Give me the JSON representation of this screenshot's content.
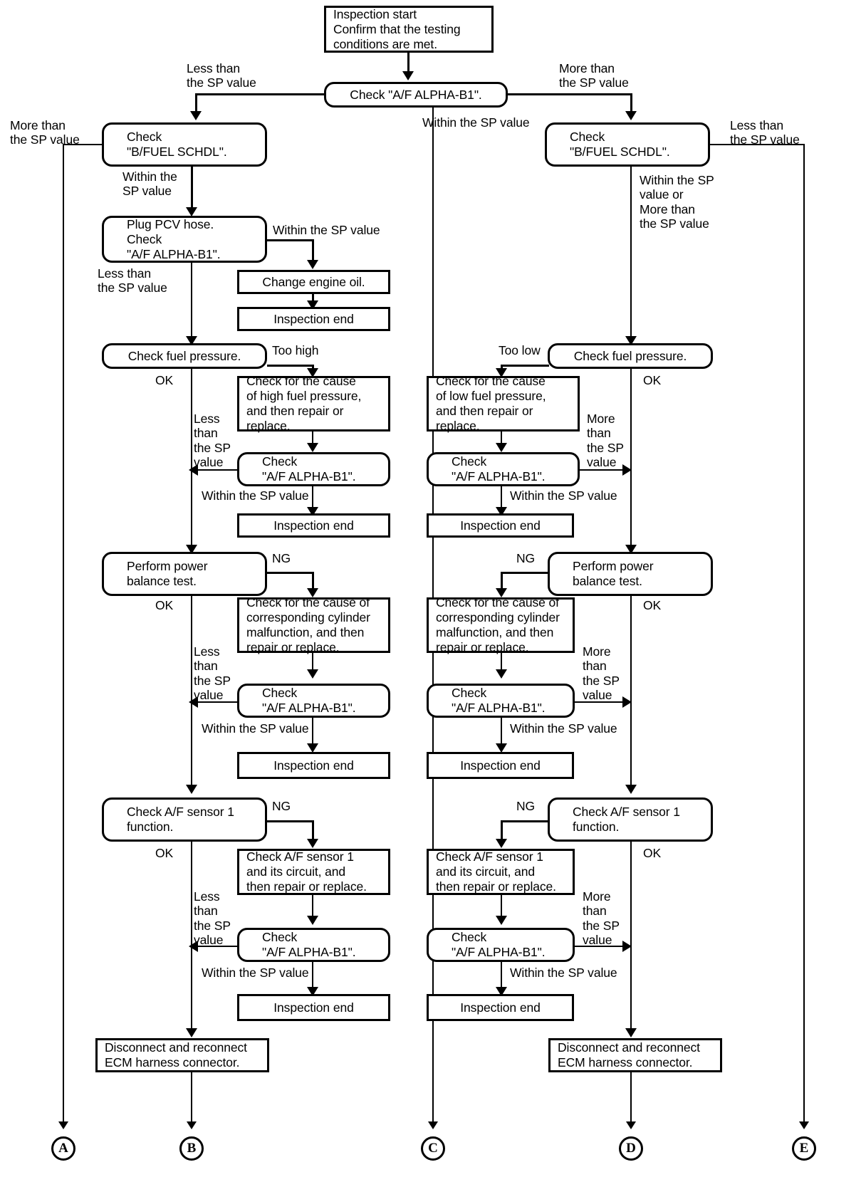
{
  "diagram": {
    "title": "A/F ALPHA-B1 diagnostic inspection flow",
    "nodes": {
      "start": "Inspection start\nConfirm that the testing\nconditions are met.",
      "check_alpha_top": "Check \"A/F ALPHA-B1\".",
      "left_bfuel": "Check\n\"B/FUEL SCHDL\".",
      "right_bfuel": "Check\n\"B/FUEL SCHDL\".",
      "plug_pcv": "Plug PCV hose.\nCheck\n\"A/F ALPHA-B1\".",
      "change_oil": "Change engine oil.",
      "insp_end_1": "Inspection end",
      "left_fuel_press": "Check fuel pressure.",
      "right_fuel_press": "Check fuel pressure.",
      "high_fuel_cause": "Check for the cause\nof high fuel pressure,\nand then repair or\nreplace.",
      "low_fuel_cause": "Check for the cause\nof low fuel pressure,\nand then repair or\nreplace.",
      "check_alpha_l2": "Check\n\"A/F ALPHA-B1\".",
      "check_alpha_r2": "Check\n\"A/F ALPHA-B1\".",
      "insp_end_2": "Inspection end",
      "insp_end_3": "Inspection end",
      "left_power_balance": "Perform power\nbalance test.",
      "right_power_balance": "Perform power\nbalance test.",
      "left_cyl_cause": "Check for the cause of\ncorresponding cylinder\nmalfunction, and then\nrepair or replace.",
      "right_cyl_cause": "Check for the cause of\ncorresponding cylinder\nmalfunction, and then\nrepair or replace.",
      "check_alpha_l3": "Check\n\"A/F ALPHA-B1\".",
      "check_alpha_r3": "Check\n\"A/F ALPHA-B1\".",
      "insp_end_4": "Inspection end",
      "insp_end_5": "Inspection end",
      "left_af_sensor": "Check A/F sensor 1\nfunction.",
      "right_af_sensor": "Check A/F sensor 1\nfunction.",
      "left_af_circuit": "Check A/F sensor 1\nand its circuit, and\nthen repair or replace.",
      "right_af_circuit": "Check A/F sensor 1\nand its circuit, and\nthen repair or replace.",
      "check_alpha_l4": "Check\n\"A/F ALPHA-B1\".",
      "check_alpha_r4": "Check\n\"A/F ALPHA-B1\".",
      "insp_end_6": "Inspection end",
      "insp_end_7": "Inspection end",
      "left_ecm": "Disconnect and reconnect\nECM harness connector.",
      "right_ecm": "Disconnect and reconnect\nECM harness connector."
    },
    "edge_labels": {
      "less_than_top_left": "Less than\nthe SP value",
      "more_than_top_right": "More than\nthe SP value",
      "more_than_far_left": "More than\nthe SP value",
      "less_than_far_right": "Less than\nthe SP value",
      "within_left_1": "Within the\nSP value",
      "within_mid": "Within the SP value",
      "within_right_multi": "Within the SP\nvalue or\nMore than\nthe SP value",
      "within_sp_value_pcv": "Within the SP value",
      "less_than_pcv": "Less than\nthe SP value",
      "too_high": "Too high",
      "too_low": "Too low",
      "ok_l1": "OK",
      "ok_r1": "OK",
      "ok_l2": "OK",
      "ok_r2": "OK",
      "ok_l3": "OK",
      "ok_r3": "OK",
      "less_than_stack_l1": "Less\nthan\nthe SP\nvalue",
      "less_than_stack_l2": "Less\nthan\nthe SP\nvalue",
      "less_than_stack_l3": "Less\nthan\nthe SP\nvalue",
      "more_than_stack_r1": "More\nthan\nthe SP\nvalue",
      "more_than_stack_r2": "More\nthan\nthe SP\nvalue",
      "more_than_stack_r3": "More\nthan\nthe SP\nvalue",
      "within_sp_l1": "Within the SP value",
      "within_sp_l2": "Within the SP value",
      "within_sp_l3": "Within the SP value",
      "within_sp_r1": "Within the SP value",
      "within_sp_r2": "Within the SP value",
      "within_sp_r3": "Within the SP value",
      "ng_l1": "NG",
      "ng_l2": "NG",
      "ng_r1": "NG",
      "ng_r2": "NG"
    },
    "terminals": {
      "a": "A",
      "b": "B",
      "c": "C",
      "d": "D",
      "e": "E"
    }
  }
}
